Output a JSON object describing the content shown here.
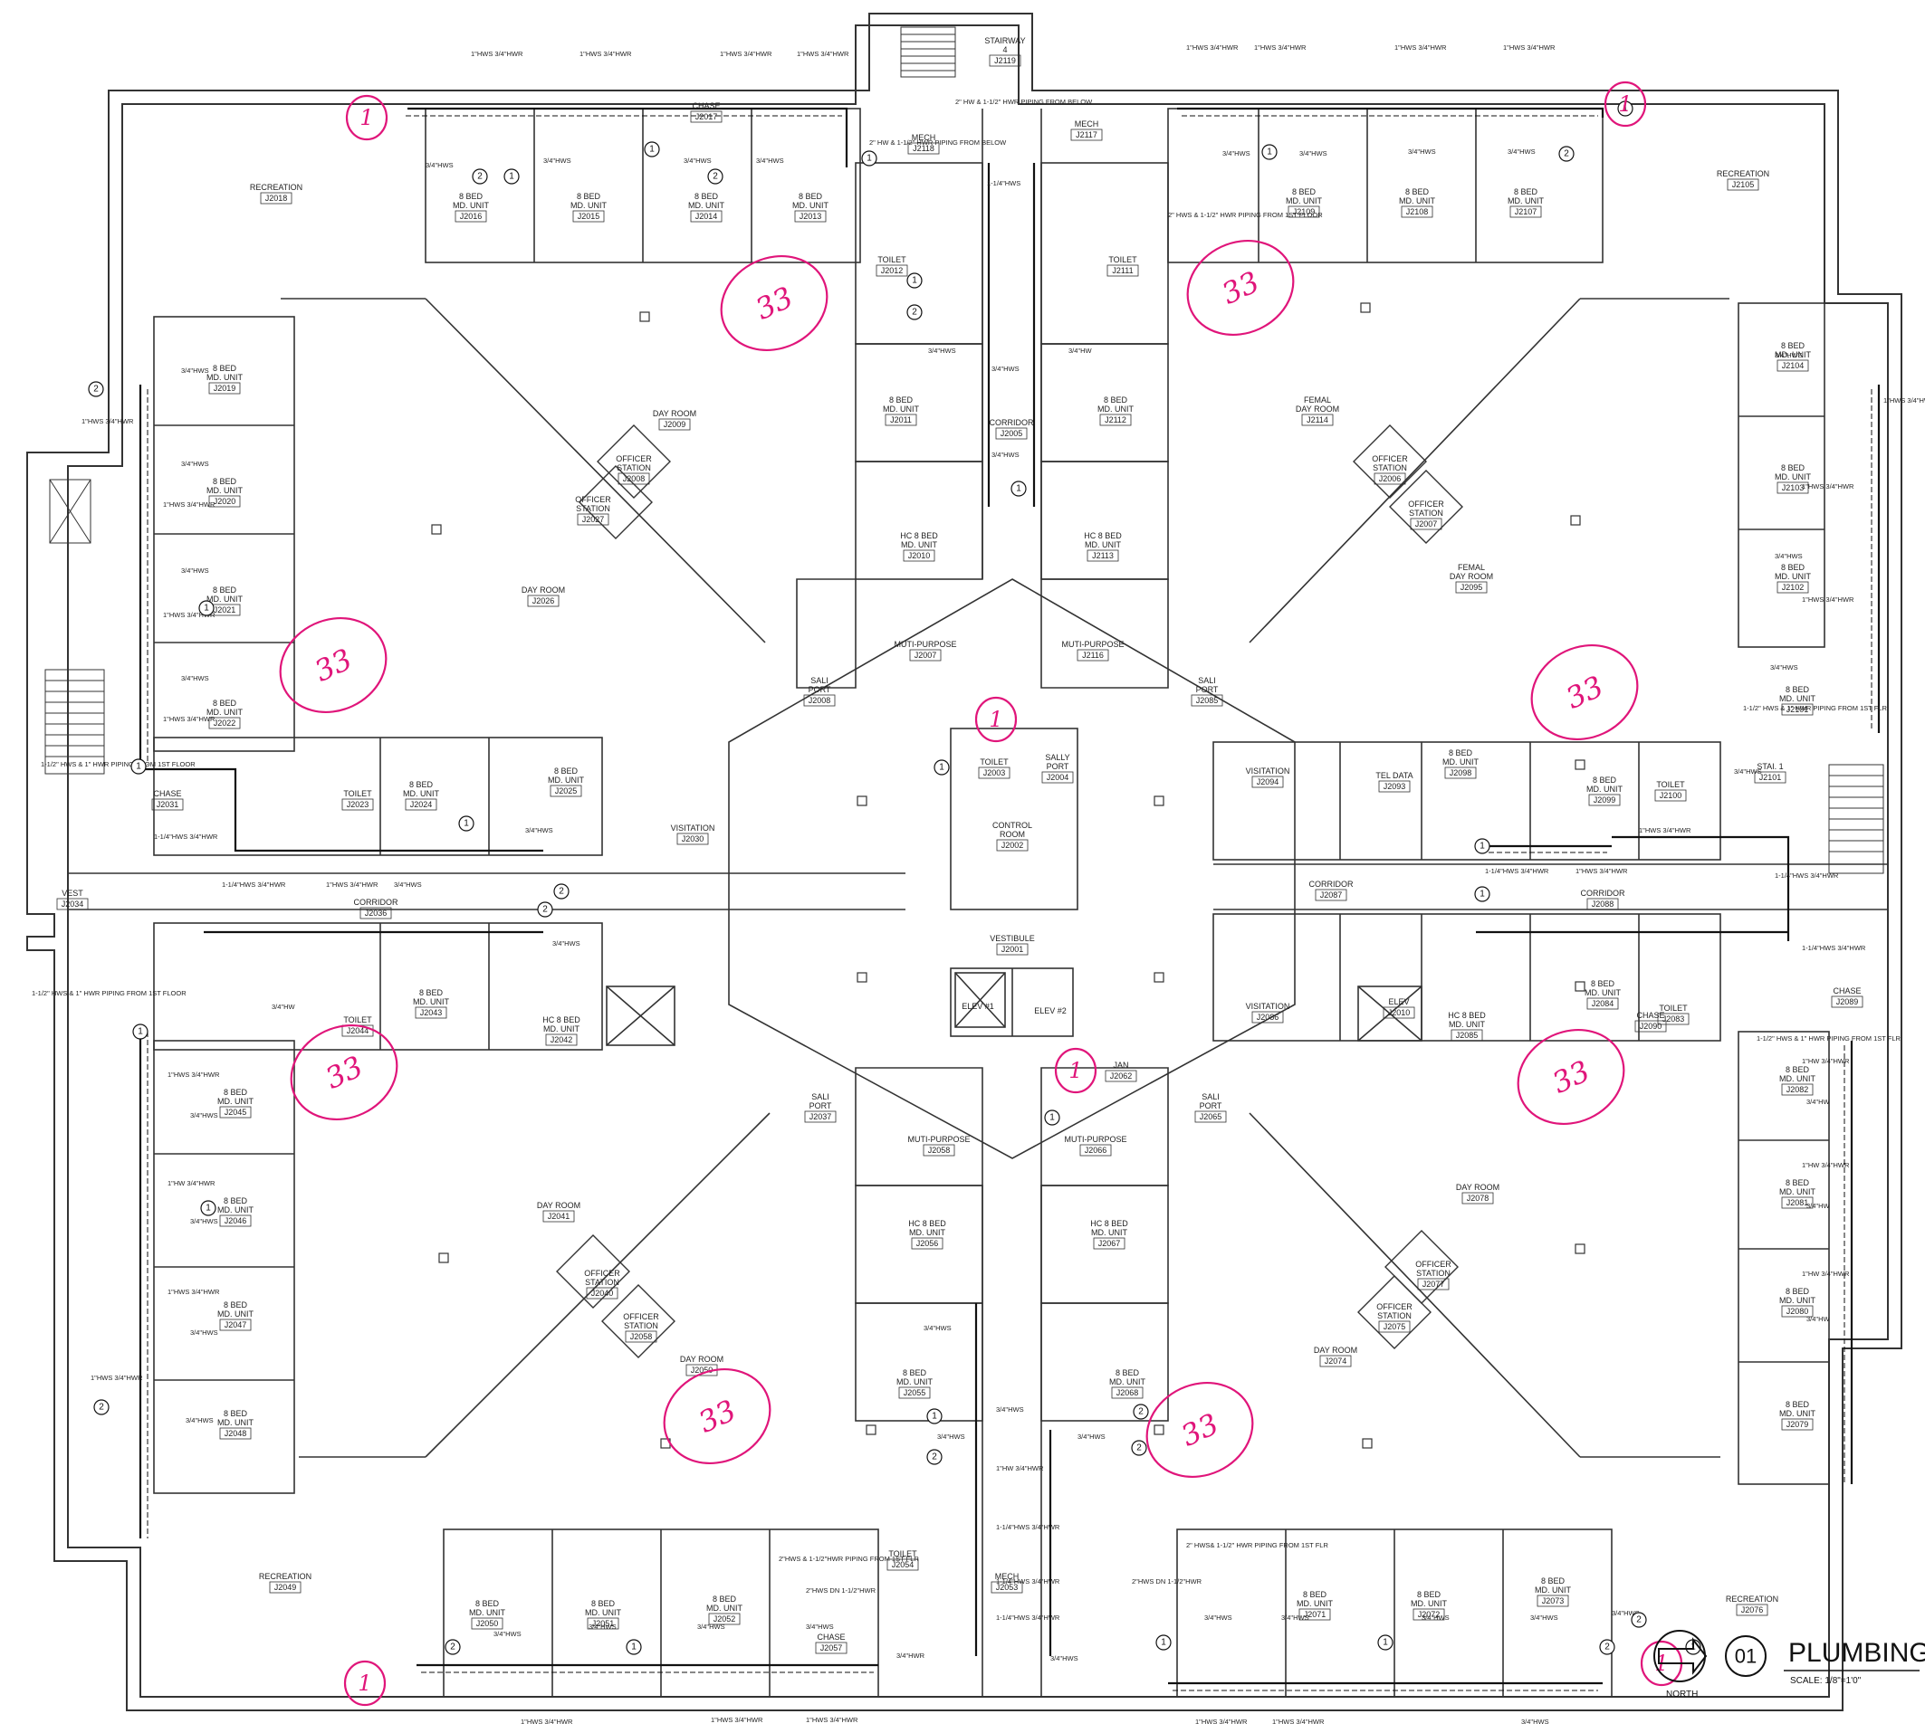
{
  "title": {
    "number": "01",
    "text": "PLUMBING",
    "scale": "SCALE: 1/8\"=1'0\"",
    "north": "NORTH"
  },
  "colors": {
    "ink": "#333333",
    "markup": "#e0157a",
    "pipe": "#111111"
  },
  "rooms": [
    {
      "id": "r1",
      "name": "RECREATION",
      "num": "J2018"
    },
    {
      "id": "r2",
      "name": "RECREATION",
      "num": "J2105"
    },
    {
      "id": "r3",
      "name": "RECREATION",
      "num": "J2049"
    },
    {
      "id": "r4",
      "name": "RECREATION",
      "num": "J2076"
    },
    {
      "id": "r5",
      "name": "8 BED MD. UNIT",
      "num": "J2016"
    },
    {
      "id": "r6",
      "name": "8 BED MD. UNIT",
      "num": "J2015"
    },
    {
      "id": "r7",
      "name": "8 BED MD. UNIT",
      "num": "J2014"
    },
    {
      "id": "r8",
      "name": "8 BED MD. UNIT",
      "num": "J2013"
    },
    {
      "id": "r9",
      "name": "8 BED MD. UNIT",
      "num": "J2109"
    },
    {
      "id": "r10",
      "name": "8 BED MD. UNIT",
      "num": "J2108"
    },
    {
      "id": "r11",
      "name": "8 BED MD. UNIT",
      "num": "J2107"
    },
    {
      "id": "r12",
      "name": "MECH",
      "num": "J2118"
    },
    {
      "id": "r13",
      "name": "MECH",
      "num": "J2117"
    },
    {
      "id": "r14",
      "name": "TOILET",
      "num": "J2012"
    },
    {
      "id": "r15",
      "name": "TOILET",
      "num": "J2111"
    },
    {
      "id": "r16",
      "name": "8 BED MD. UNIT",
      "num": "J2011"
    },
    {
      "id": "r17",
      "name": "8 BED MD. UNIT",
      "num": "J2112"
    },
    {
      "id": "r18",
      "name": "CORRIDOR",
      "num": "J2005"
    },
    {
      "id": "r19",
      "name": "HC 8 BED MD. UNIT",
      "num": "J2010"
    },
    {
      "id": "r20",
      "name": "HC 8 BED MD. UNIT",
      "num": "J2113"
    },
    {
      "id": "r21",
      "name": "DAY ROOM",
      "num": "J2009"
    },
    {
      "id": "r22",
      "name": "FEMAL DAY ROOM",
      "num": "J2114"
    },
    {
      "id": "r23",
      "name": "OFFICER STATION",
      "num": "J2008"
    },
    {
      "id": "r24",
      "name": "OFFICER STATION",
      "num": "J2007"
    },
    {
      "id": "r25",
      "name": "OFFICER STATION",
      "num": "J2006"
    },
    {
      "id": "r26",
      "name": "OFFICER STATION",
      "num": "J2027"
    },
    {
      "id": "r27",
      "name": "DAY ROOM",
      "num": "J2026"
    },
    {
      "id": "r28",
      "name": "FEMAL DAY ROOM",
      "num": "J2095"
    },
    {
      "id": "r29",
      "name": "MUTI-PURPOSE",
      "num": "J2007"
    },
    {
      "id": "r30",
      "name": "MUTI-PURPOSE",
      "num": "J2116"
    },
    {
      "id": "r31",
      "name": "SALI PORT",
      "num": "J2008"
    },
    {
      "id": "r32",
      "name": "SALI PORT",
      "num": "J2085"
    },
    {
      "id": "r33",
      "name": "8 BED MD. UNIT",
      "num": "J2104"
    },
    {
      "id": "r34",
      "name": "8 BED MD. UNIT",
      "num": "J2103"
    },
    {
      "id": "r35",
      "name": "8 BED MD. UNIT",
      "num": "J2102"
    },
    {
      "id": "r36",
      "name": "8 BED MD. UNIT",
      "num": "J2101"
    },
    {
      "id": "r37",
      "name": "8 BED MD. UNIT",
      "num": "J2019"
    },
    {
      "id": "r38",
      "name": "8 BED MD. UNIT",
      "num": "J2020"
    },
    {
      "id": "r39",
      "name": "8 BED MD. UNIT",
      "num": "J2021"
    },
    {
      "id": "r40",
      "name": "8 BED MD. UNIT",
      "num": "J2022"
    },
    {
      "id": "r41",
      "name": "CHASE",
      "num": "J2031"
    },
    {
      "id": "r42",
      "name": "TOILET",
      "num": "J2023"
    },
    {
      "id": "r43",
      "name": "8 BED MD. UNIT",
      "num": "J2024"
    },
    {
      "id": "r44",
      "name": "8 BED MD. UNIT",
      "num": "J2025"
    },
    {
      "id": "r45",
      "name": "VISITATION",
      "num": "J2030"
    },
    {
      "id": "r46",
      "name": "TOILET",
      "num": "J2003"
    },
    {
      "id": "r47",
      "name": "SALLY PORT",
      "num": "J2004"
    },
    {
      "id": "r48",
      "name": "CONTROL ROOM",
      "num": "J2002"
    },
    {
      "id": "r49",
      "name": "VISITATION",
      "num": "J2094"
    },
    {
      "id": "r50",
      "name": "TEL DATA",
      "num": "J2093"
    },
    {
      "id": "r51",
      "name": "8 BED MD. UNIT",
      "num": "J2098"
    },
    {
      "id": "r52",
      "name": "8 BED MD. UNIT",
      "num": "J2099"
    },
    {
      "id": "r53",
      "name": "TOILET",
      "num": "J2100"
    },
    {
      "id": "r54",
      "name": "STAI. 1",
      "num": "J2101"
    },
    {
      "id": "r55",
      "name": "VEST",
      "num": "J2034"
    },
    {
      "id": "r56",
      "name": "CORRIDOR",
      "num": "J2036"
    },
    {
      "id": "r57",
      "name": "8 BED MD. UNIT",
      "num": "J2043"
    },
    {
      "id": "r58",
      "name": "HC 8 BED MD. UNIT",
      "num": "J2042"
    },
    {
      "id": "r59",
      "name": "TOILET",
      "num": "J2044"
    },
    {
      "id": "r60",
      "name": "VESTIBULE",
      "num": "J2001"
    },
    {
      "id": "r61",
      "name": "CORRIDOR",
      "num": "J2087"
    },
    {
      "id": "r62",
      "name": "CORRIDOR",
      "num": "J2088"
    },
    {
      "id": "r63",
      "name": "VISITATION",
      "num": "J2086"
    },
    {
      "id": "r64",
      "name": "HC 8 BED MD. UNIT",
      "num": "J2085"
    },
    {
      "id": "r65",
      "name": "8 BED MD. UNIT",
      "num": "J2084"
    },
    {
      "id": "r66",
      "name": "TOILET",
      "num": "J2083"
    },
    {
      "id": "r67",
      "name": "CHASE",
      "num": "J2089"
    },
    {
      "id": "r68",
      "name": "JAN",
      "num": "J2062"
    },
    {
      "id": "r69",
      "name": "SALI PORT",
      "num": "J2037"
    },
    {
      "id": "r70",
      "name": "SALI PORT",
      "num": "J2065"
    },
    {
      "id": "r71",
      "name": "MUTI-PURPOSE",
      "num": "J2058"
    },
    {
      "id": "r72",
      "name": "MUTI-PURPOSE",
      "num": "J2066"
    },
    {
      "id": "r73",
      "name": "8 BED MD. UNIT",
      "num": "J2045"
    },
    {
      "id": "r74",
      "name": "8 BED MD. UNIT",
      "num": "J2046"
    },
    {
      "id": "r75",
      "name": "8 BED MD. UNIT",
      "num": "J2047"
    },
    {
      "id": "r76",
      "name": "8 BED MD. UNIT",
      "num": "J2048"
    },
    {
      "id": "r77",
      "name": "DAY ROOM",
      "num": "J2041"
    },
    {
      "id": "r78",
      "name": "DAY ROOM",
      "num": "J2078"
    },
    {
      "id": "r79",
      "name": "8 BED MD. UNIT",
      "num": "J2082"
    },
    {
      "id": "r80",
      "name": "8 BED MD. UNIT",
      "num": "J2081"
    },
    {
      "id": "r81",
      "name": "8 BED MD. UNIT",
      "num": "J2080"
    },
    {
      "id": "r82",
      "name": "8 BED MD. UNIT",
      "num": "J2079"
    },
    {
      "id": "r83",
      "name": "HC 8 BED MD. UNIT",
      "num": "J2056"
    },
    {
      "id": "r84",
      "name": "HC 8 BED MD. UNIT",
      "num": "J2067"
    },
    {
      "id": "r85",
      "name": "OFFICER STATION",
      "num": "J2040"
    },
    {
      "id": "r86",
      "name": "OFFICER STATION",
      "num": "J2058"
    },
    {
      "id": "r87",
      "name": "OFFICER STATION",
      "num": "J2077"
    },
    {
      "id": "r88",
      "name": "OFFICER STATION",
      "num": "J2075"
    },
    {
      "id": "r89",
      "name": "DAY ROOM",
      "num": "J2050"
    },
    {
      "id": "r90",
      "name": "DAY ROOM",
      "num": "J2074"
    },
    {
      "id": "r91",
      "name": "8 BED MD. UNIT",
      "num": "J2055"
    },
    {
      "id": "r92",
      "name": "8 BED MD. UNIT",
      "num": "J2068"
    },
    {
      "id": "r93",
      "name": "TOILET",
      "num": "J2054"
    },
    {
      "id": "r94",
      "name": "MECH",
      "num": "J2053"
    },
    {
      "id": "r95",
      "name": "8 BED MD. UNIT",
      "num": "J2050"
    },
    {
      "id": "r96",
      "name": "8 BED MD. UNIT",
      "num": "J2051"
    },
    {
      "id": "r97",
      "name": "8 BED MD. UNIT",
      "num": "J2052"
    },
    {
      "id": "r98",
      "name": "8 BED MD. UNIT",
      "num": "J2071"
    },
    {
      "id": "r99",
      "name": "8 BED MD. UNIT",
      "num": "J2072"
    },
    {
      "id": "r100",
      "name": "8 BED MD. UNIT",
      "num": "J2073"
    },
    {
      "id": "r101",
      "name": "STAIRWAY 4",
      "num": "J2119"
    },
    {
      "id": "r102",
      "name": "CHASE",
      "num": "J2017"
    },
    {
      "id": "r103",
      "name": "CHASE",
      "num": "J2090"
    },
    {
      "id": "r104",
      "name": "CHASE",
      "num": "J2057"
    },
    {
      "id": "r105",
      "name": "ELEV #1",
      "num": ""
    },
    {
      "id": "r106",
      "name": "ELEV #2",
      "num": ""
    },
    {
      "id": "r107",
      "name": "ELEV",
      "num": "J2010"
    }
  ],
  "pipe_labels": {
    "p1": "1\"HWS 3/4\"HWR",
    "p2": "3/4\"HWS",
    "p3": "2\" HW & 1-1/2\" HWR PIPING FROM BELOW",
    "p4": "2\" HWS & 1-1/2\" HWR PIPING FROM 1ST FLOOR",
    "p5": "1-1/4\"HWS",
    "p6": "1-1/2\" HWS & 1\" HWR PIPING FROM 1ST FLOOR",
    "p7": "1-1/2\" HWS & 1\" HWR PIPING FROM 1ST FLR",
    "p8": "2\"HWS & 1-1/2\"HWR PIPING FROM 1ST FLR",
    "p9": "2\" HWS& 1-1/2\" HWR PIPING FROM 1ST FLR",
    "p10": "3/4\"HW",
    "p11": "1\"HW 3/4\"HWR",
    "p12": "1-1/4\"HWS 3/4\"HWR",
    "p13": "2\"HWS DN 1-1/2\"HWR",
    "p14": "3/4\"HWR"
  },
  "markup": {
    "one": "1",
    "thirty_three": "33"
  }
}
